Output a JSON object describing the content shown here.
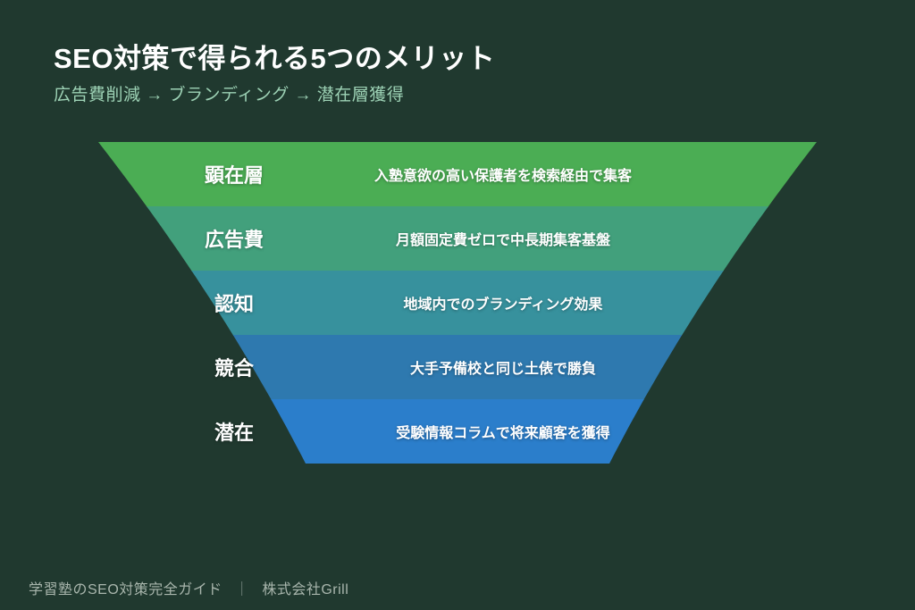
{
  "page": {
    "title": "SEO対策で得られる5つのメリット",
    "subtitle": "広告費削減 → ブランディング → 潜在層獲得"
  },
  "colors": {
    "background": "#20392f",
    "title_text": "#ffffff",
    "subtitle_text": "#9dd2b5",
    "footer_text": "#a9b6ad",
    "funnel_text": "#ffffff"
  },
  "chart_data": {
    "type": "funnel",
    "title": "SEO対策で得られる5つのメリット",
    "orientation": "inverted-trapezoid, widest at top",
    "stages": [
      {
        "label": "顕在層",
        "description": "入塾意欲の高い保護者を検索経由で集客",
        "color": "#4bad54"
      },
      {
        "label": "広告費",
        "description": "月額固定費ゼロで中長期集客基盤",
        "color": "#42a07c"
      },
      {
        "label": "認知",
        "description": "地域内でのブランディング効果",
        "color": "#37919d"
      },
      {
        "label": "競合",
        "description": "大手予備校と同じ土俵で勝負",
        "color": "#2e79af"
      },
      {
        "label": "潜在",
        "description": "受験情報コラムで将来顧客を獲得",
        "color": "#2b7ecb"
      }
    ]
  },
  "footer": {
    "guide": "学習塾のSEO対策完全ガイド",
    "separator": "｜",
    "company": "株式会社Grill"
  }
}
